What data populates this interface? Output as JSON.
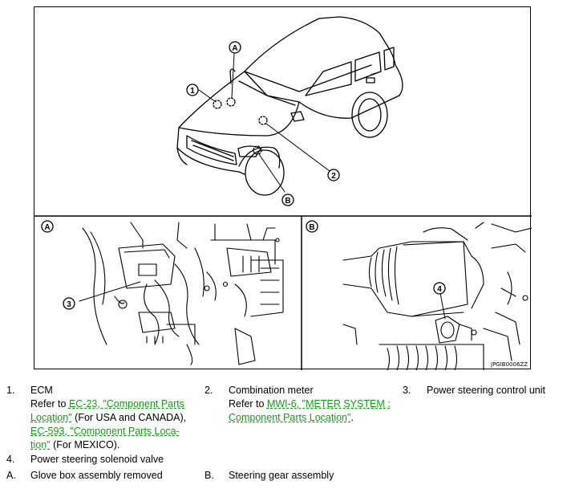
{
  "figure": {
    "callouts": {
      "c1": "1",
      "c2": "2",
      "c3": "3",
      "c4": "4",
      "cA": "A",
      "cB": "B"
    },
    "panel_labels": {
      "left": "A",
      "right": "B"
    },
    "image_code": "JPGIB0006ZZ"
  },
  "legend": {
    "item1": {
      "num": "1.",
      "title": "ECM",
      "refer_prefix": "Refer to ",
      "link1_line1": "EC-23, \"Component Parts",
      "link1_line2": "Location\"",
      "suffix1": " (For USA and CANADA),",
      "link2_line1": "EC-593, \"Component Parts Loca-",
      "link2_line2": "tion\"",
      "suffix2": " (For MEXICO)."
    },
    "item2": {
      "num": "2.",
      "title": "Combination meter",
      "refer_prefix": "Refer to ",
      "link_line1": "MWI-6, \"METER SYSTEM :",
      "link_line2": "Component Parts Location\"",
      "suffix": "."
    },
    "item3": {
      "num": "3.",
      "title": "Power steering control unit"
    },
    "item4": {
      "num": "4.",
      "title": "Power steering solenoid valve"
    },
    "itemA": {
      "num": "A.",
      "title": "Glove box assembly removed"
    },
    "itemB": {
      "num": "B.",
      "title": "Steering gear assembly"
    }
  }
}
